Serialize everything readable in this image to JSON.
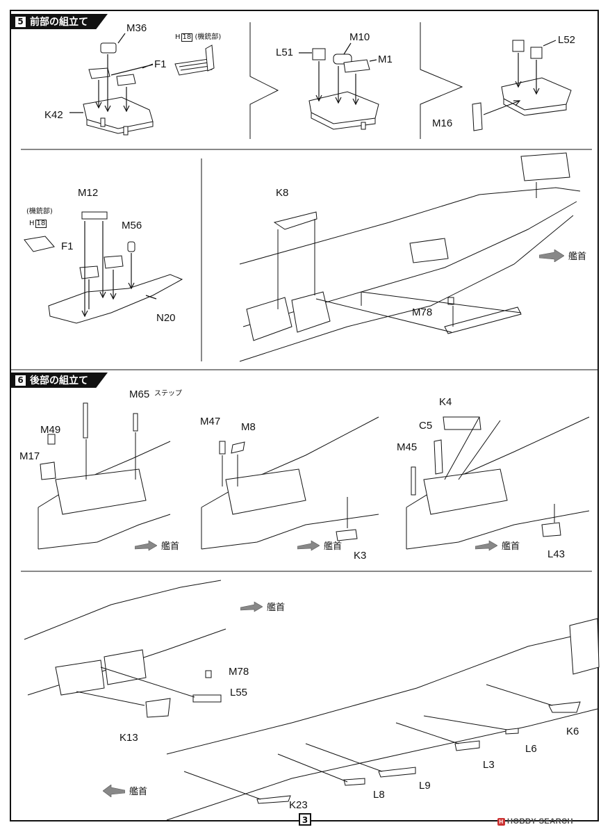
{
  "sections": [
    {
      "number": "5",
      "title": "前部の組立て"
    },
    {
      "number": "6",
      "title": "後部の組立て"
    }
  ],
  "step5": {
    "panel_a": {
      "labels": [
        "M36",
        "F1",
        "K42"
      ],
      "h_part": {
        "prefix": "H",
        "num": "18",
        "note": "(機銃部)"
      }
    },
    "panel_b": {
      "labels": [
        "M10",
        "L51",
        "M1"
      ]
    },
    "panel_c": {
      "labels": [
        "L52",
        "M16"
      ]
    },
    "panel_d": {
      "labels": [
        "M12",
        "M56",
        "F1",
        "N20"
      ],
      "h_part": {
        "note": "(機銃部)",
        "prefix": "H",
        "num": "18"
      }
    },
    "panel_e": {
      "labels": [
        "K8",
        "M78"
      ],
      "direction": "艦首"
    }
  },
  "step6": {
    "panel_a": {
      "labels": [
        "M65",
        "M49",
        "M17"
      ],
      "note": "ステップ",
      "direction": "艦首"
    },
    "panel_b": {
      "labels": [
        "M47",
        "M8",
        "K3"
      ],
      "direction": "艦首"
    },
    "panel_c": {
      "labels": [
        "K4",
        "C5",
        "M45",
        "L43"
      ],
      "direction": "艦首"
    },
    "panel_d": {
      "labels": [
        "M78",
        "L55",
        "K13",
        "K6",
        "L6",
        "L3",
        "L9",
        "L8",
        "K23"
      ],
      "direction_top": "艦首",
      "direction_bottom": "艦首"
    }
  },
  "page_number": "3",
  "watermark": "HOBBY SEARCH",
  "watermark_mark": "H"
}
